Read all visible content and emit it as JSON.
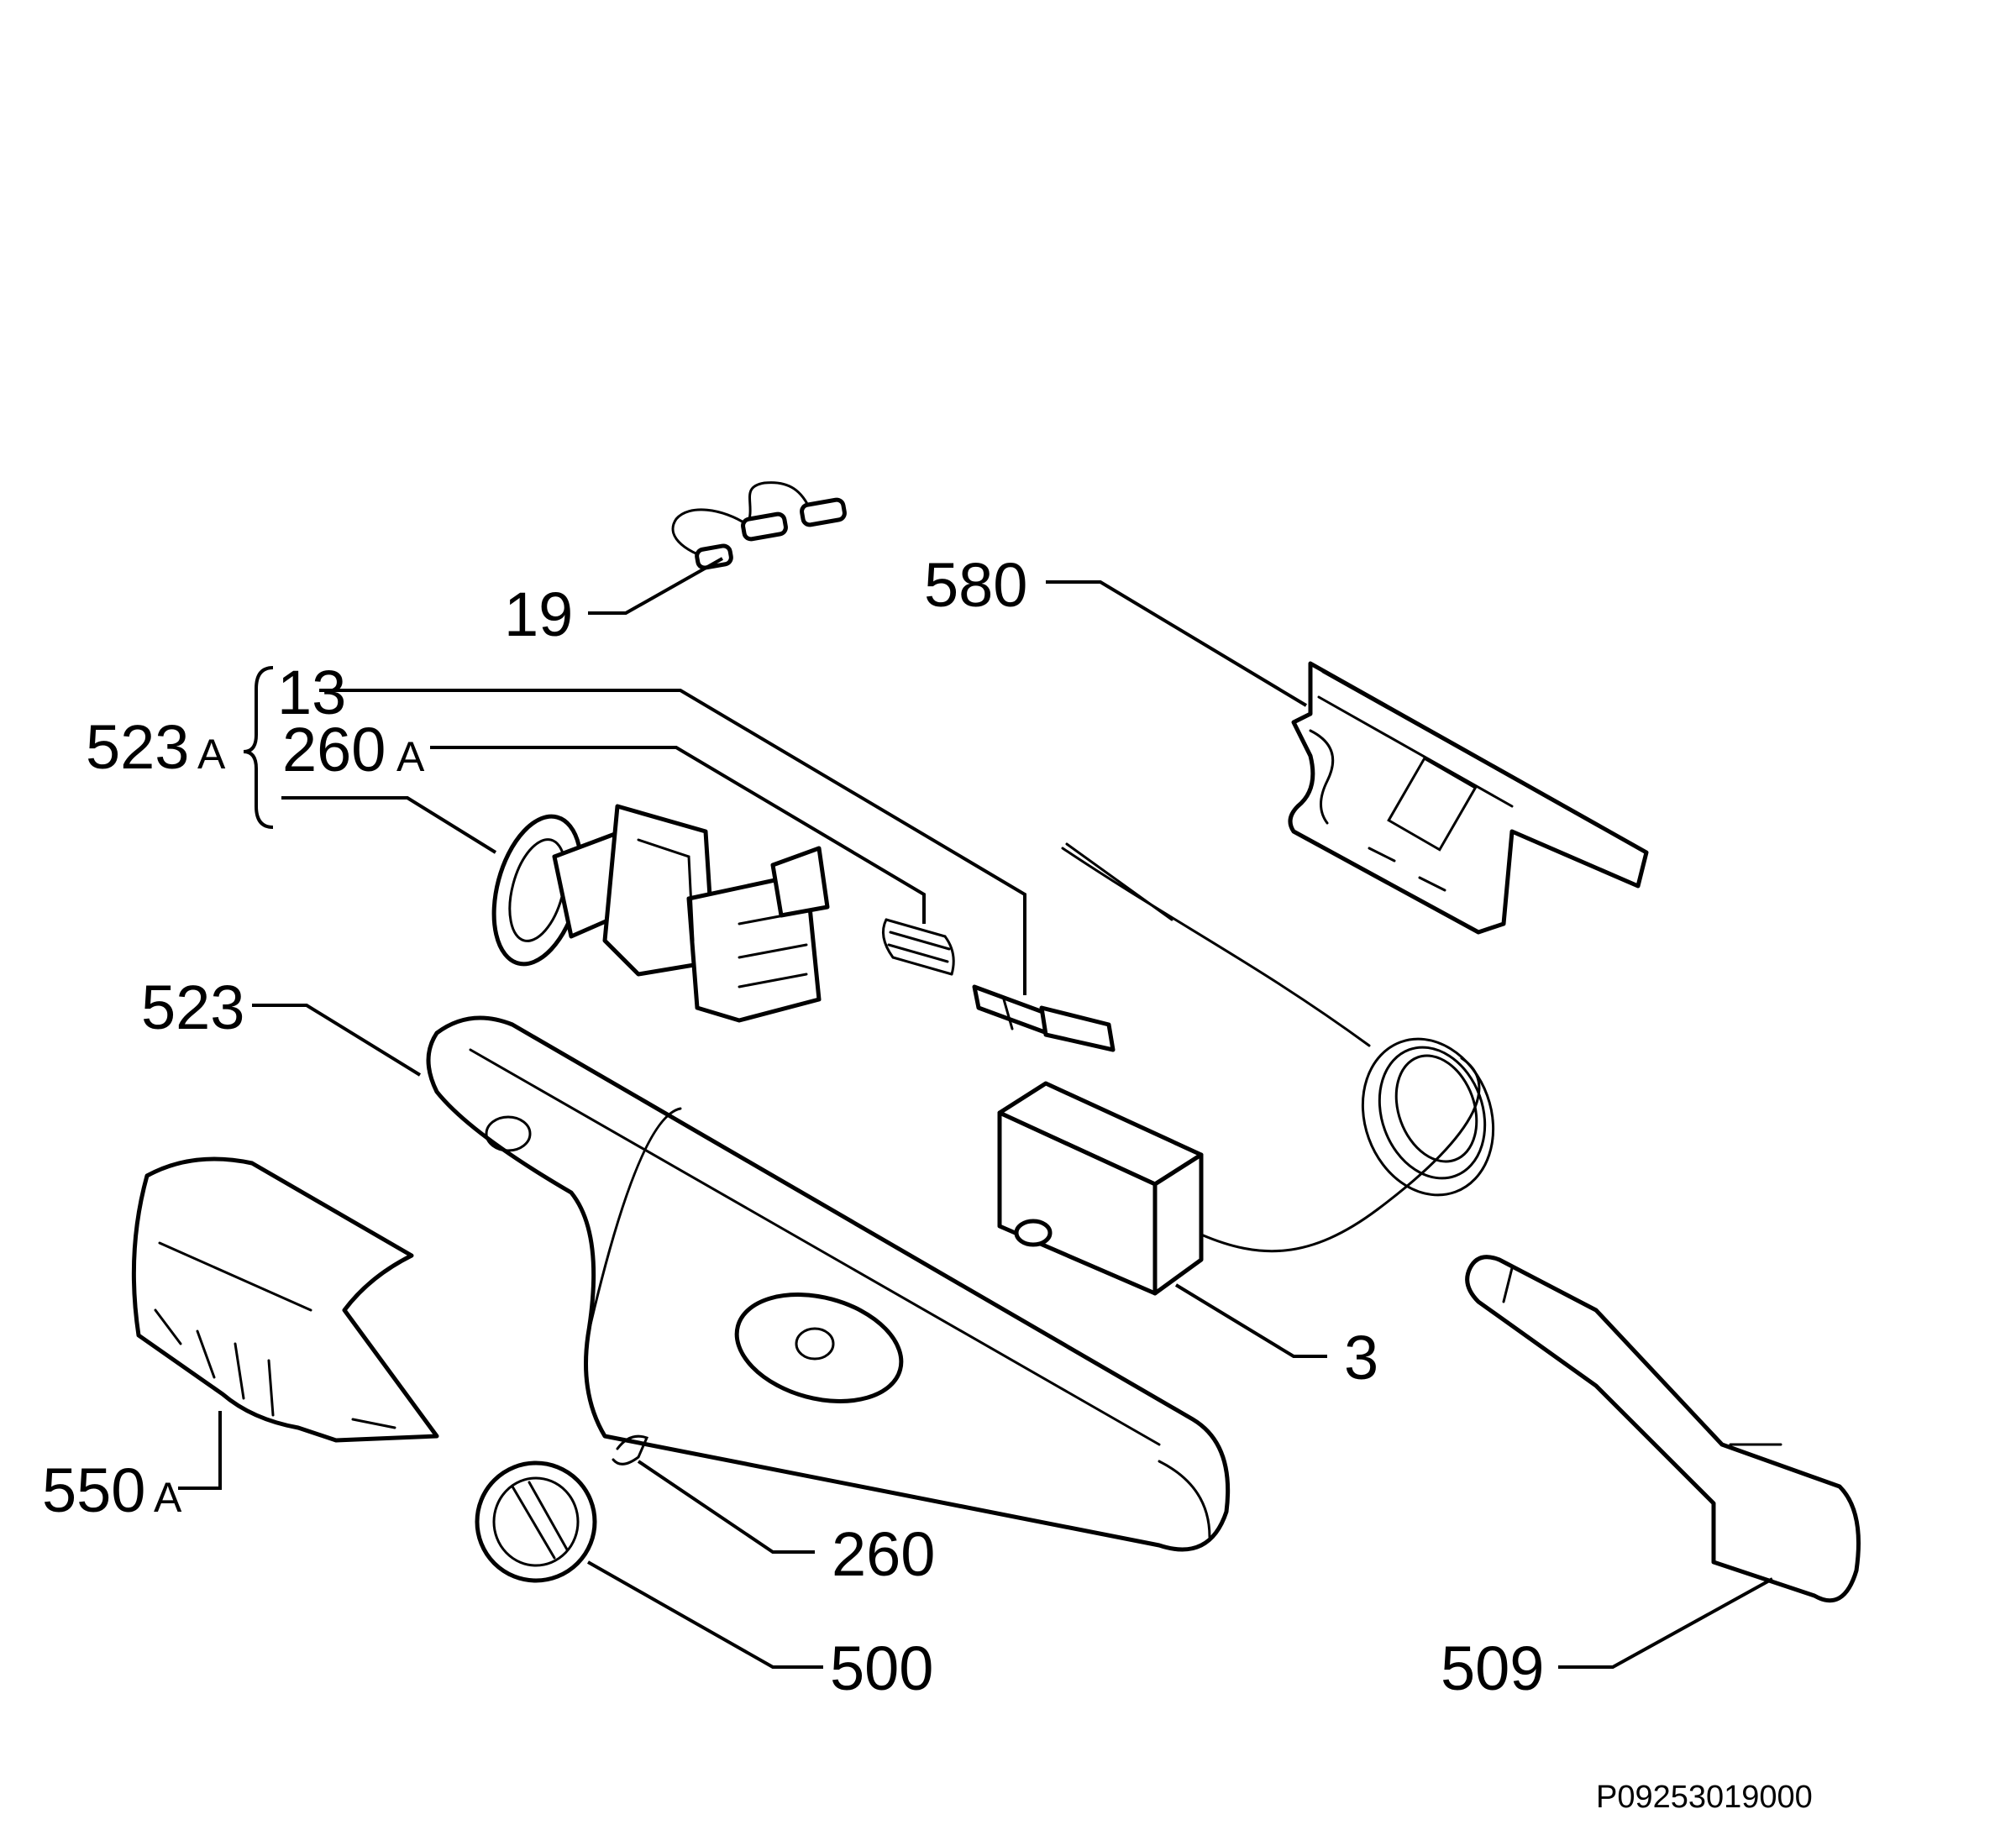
{
  "labels": {
    "l19": "19",
    "l580": "580",
    "l13": "13",
    "l523a_num": "523",
    "l523a_suffix": "A",
    "l260a_num": "260",
    "l260a_suffix": "A",
    "l523": "523",
    "l3": "3",
    "l550a_num": "550",
    "l550a_suffix": "A",
    "l260": "260",
    "l500": "500",
    "l509": "509"
  },
  "drawing_code": "P09253019000"
}
